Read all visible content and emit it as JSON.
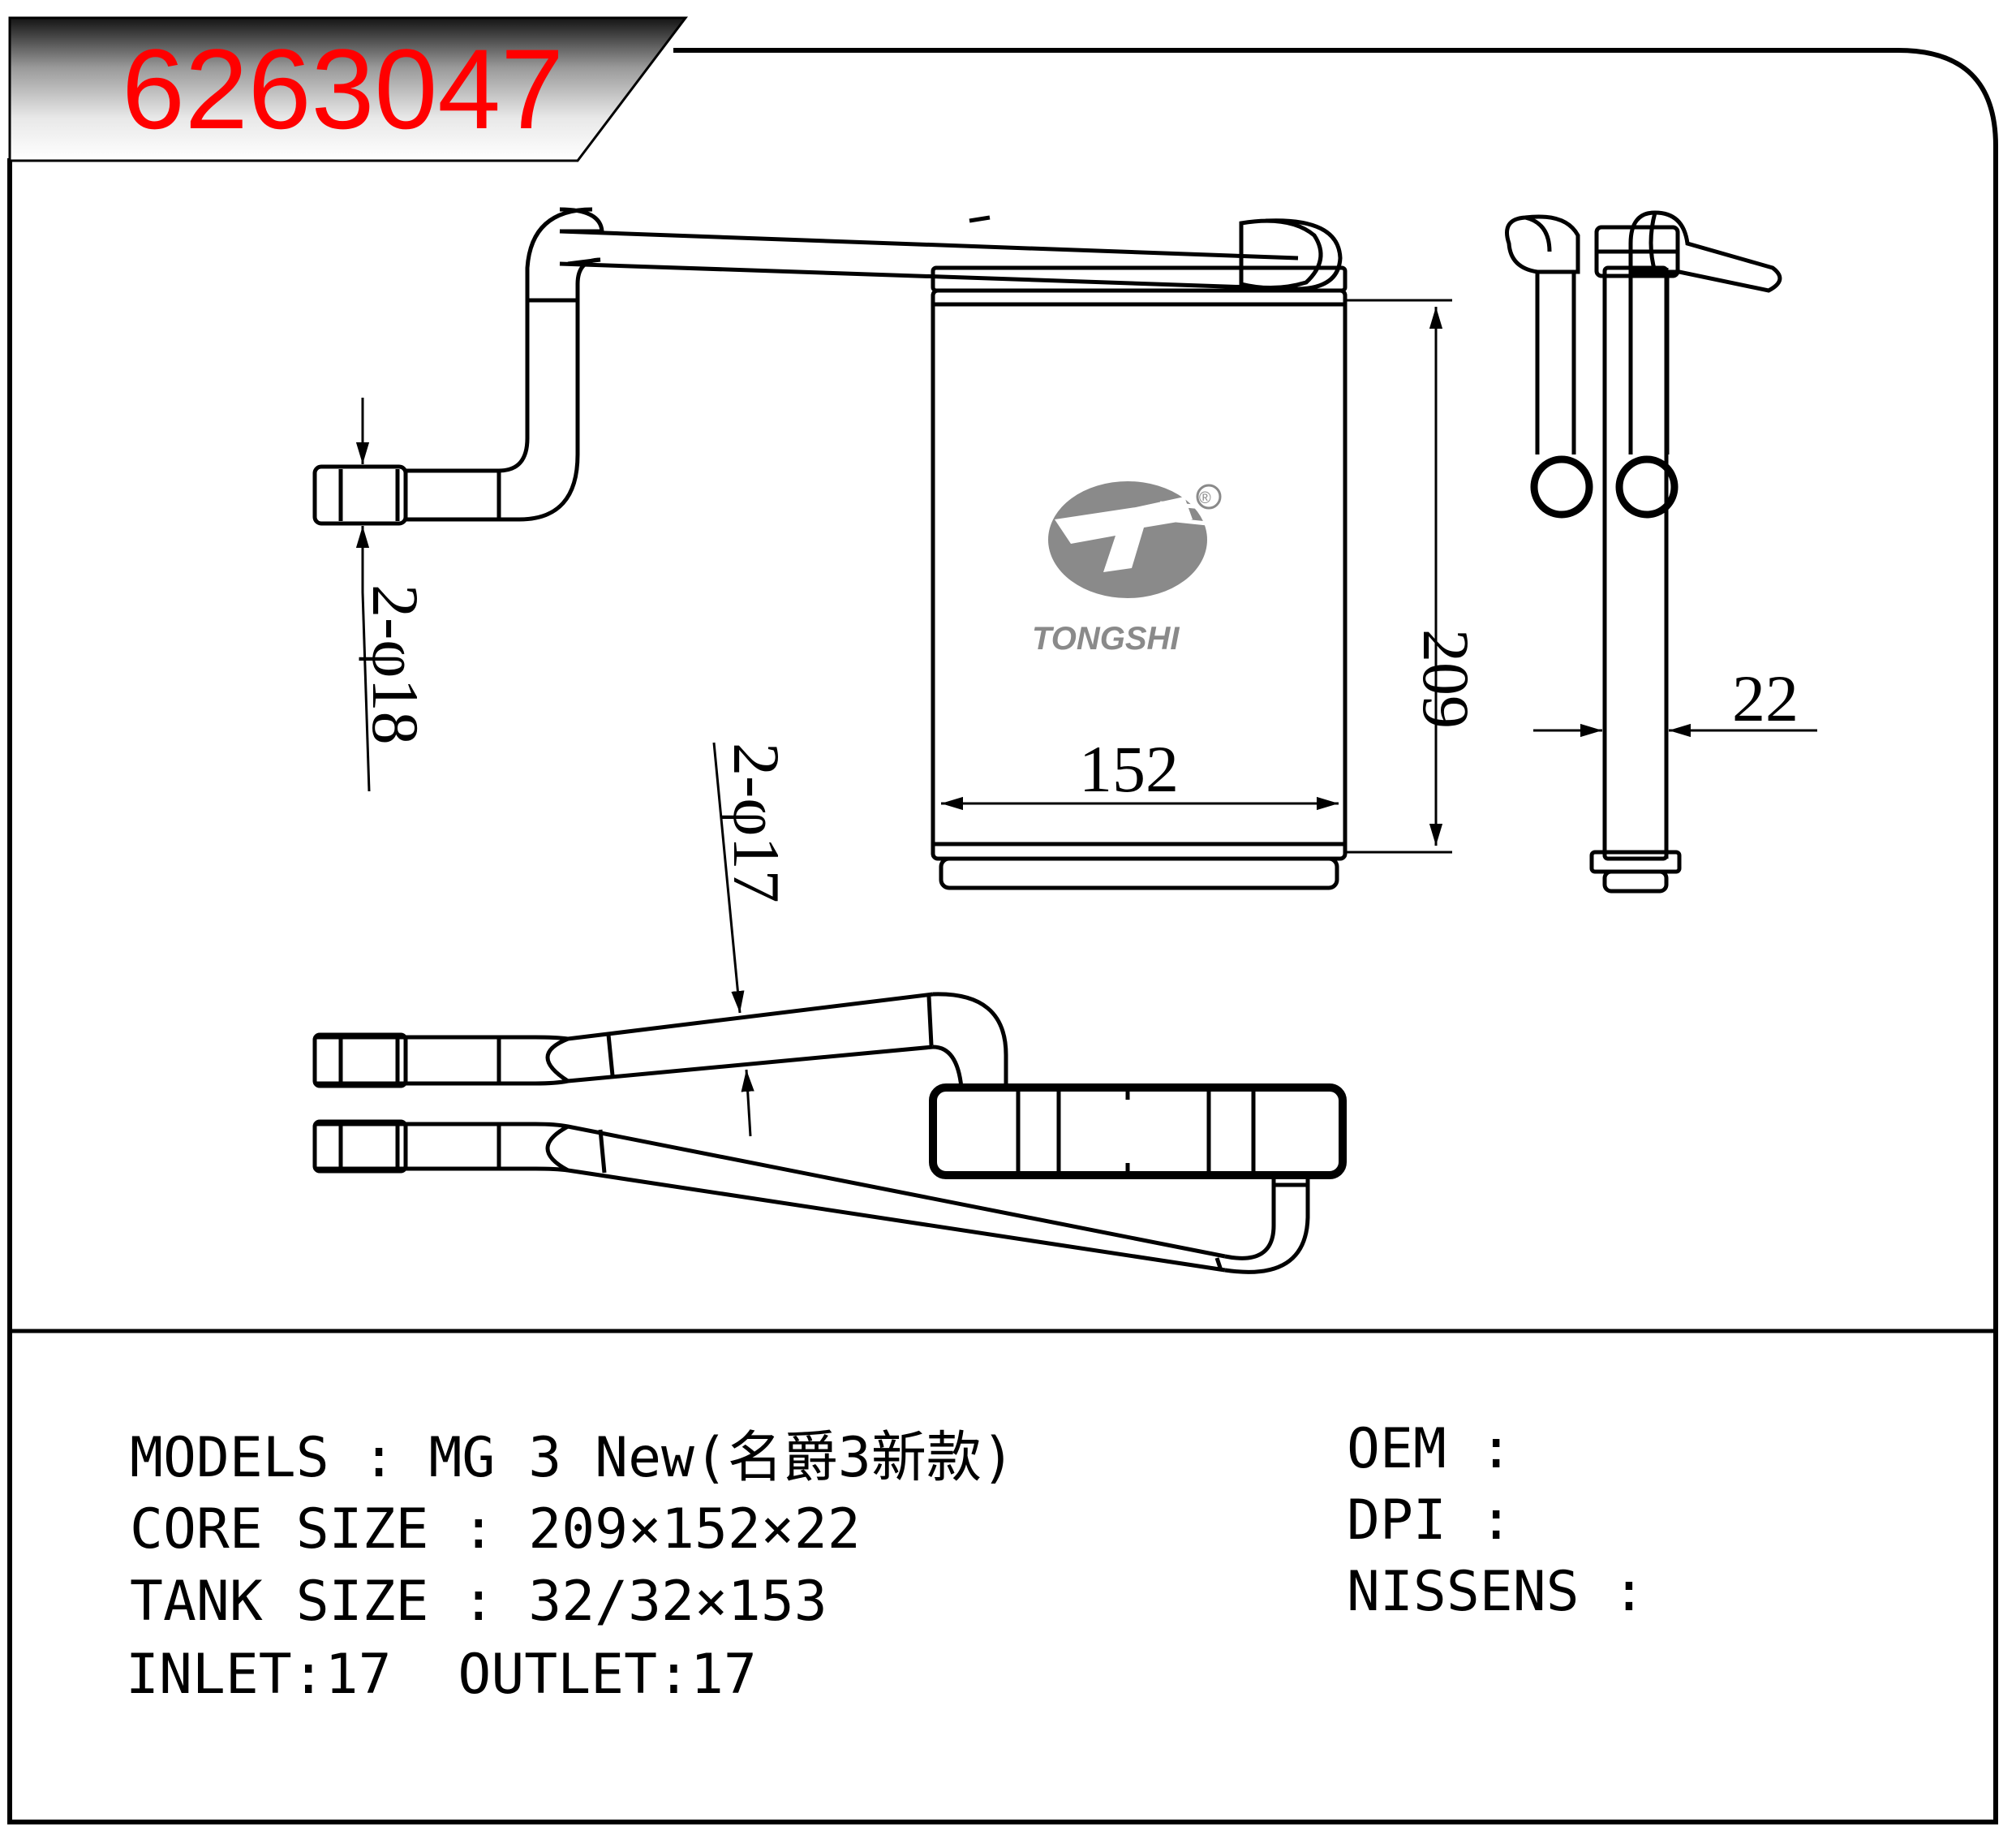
{
  "part_number": "6263047",
  "colors": {
    "part_number": "#ff0000",
    "banner_dark": "#1e1e1e",
    "banner_light": "#f2f2f2",
    "logo_gray": "#8a8a8a",
    "line": "#000000"
  },
  "logo": {
    "brand": "TONGSHI",
    "registered_mark": "®"
  },
  "dimensions": {
    "height": "209",
    "width": "152",
    "thickness": "22",
    "pipe_upper": "2-φ18",
    "pipe_lower": "2-φ17"
  },
  "specs": {
    "models": "MODELS : MG 3 New(名爵3新款)",
    "core_size": "CORE SIZE : 209×152×22",
    "tank_size": "TANK SIZE : 32/32×153",
    "inlet_outlet": "INLET:17  OUTLET:17",
    "oem": "OEM :",
    "dpi": "DPI :",
    "nissens": "NISSENS :"
  }
}
